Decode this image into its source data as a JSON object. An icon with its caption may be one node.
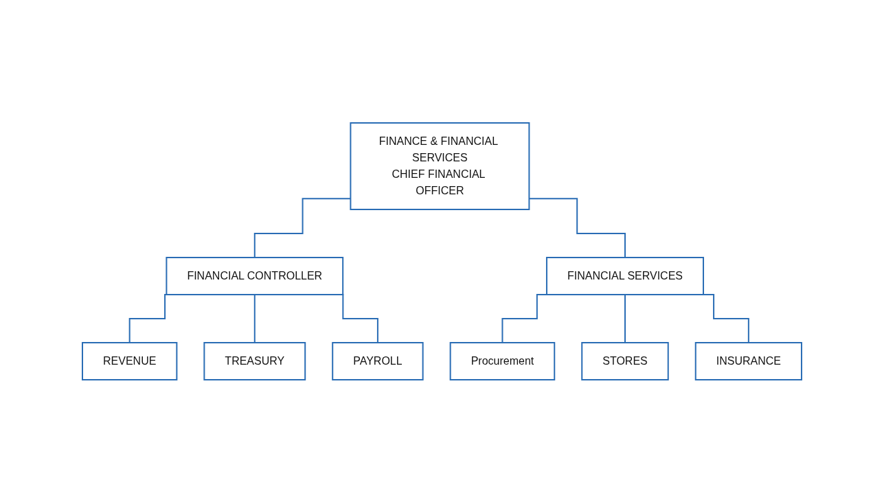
{
  "diagram": {
    "nodes": [
      {
        "text": [
          "FINANCE & FINANCIAL SERVICES",
          "CHIEF FINANCIAL OFFICER"
        ]
      },
      {
        "text": [
          "FINANCIAL CONTROLLER"
        ]
      },
      {
        "text": [
          "FINANCIAL SERVICES"
        ]
      },
      {
        "text": [
          "REVENUE"
        ]
      },
      {
        "text": [
          "TREASURY"
        ]
      },
      {
        "text": [
          "PAYROLL"
        ]
      },
      {
        "text": [
          "Procurement"
        ]
      },
      {
        "text": [
          "STORES"
        ]
      },
      {
        "text": [
          "INSURANCE"
        ]
      }
    ],
    "edges": [
      {
        "from": 0,
        "to": 1,
        "arrow": "none"
      },
      {
        "from": 0,
        "to": 2,
        "arrow": "none"
      },
      {
        "from": 1,
        "to": 3,
        "arrow": "none"
      },
      {
        "from": 1,
        "to": 4,
        "arrow": "none"
      },
      {
        "from": 1,
        "to": 5,
        "arrow": "none"
      },
      {
        "from": 2,
        "to": 6,
        "arrow": "none"
      },
      {
        "from": 2,
        "to": 7,
        "arrow": "none"
      },
      {
        "from": 2,
        "to": 8,
        "arrow": "none"
      }
    ]
  }
}
